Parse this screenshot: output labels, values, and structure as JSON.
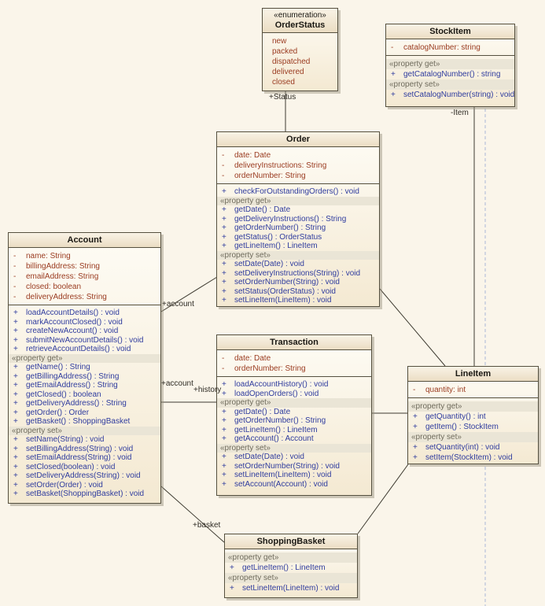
{
  "diagram": {
    "background_color": "#FAF5EA",
    "box_border_color": "#55503F",
    "attribute_color": "#9A3B20",
    "operation_color": "#2F3C9E",
    "stereotype_band_color": "#EAE5D6",
    "connector_color": "#3F3B31",
    "page_divider_color": "#A9B6D8"
  },
  "classes": {
    "order_status": {
      "stereotype": "«enumeration»",
      "name": "OrderStatus",
      "literals": [
        {
          "kind": "enum",
          "text": "new"
        },
        {
          "kind": "enum",
          "text": "packed"
        },
        {
          "kind": "enum",
          "text": "dispatched"
        },
        {
          "kind": "enum",
          "text": "delivered"
        },
        {
          "kind": "enum",
          "text": "closed"
        }
      ]
    },
    "stock_item": {
      "name": "StockItem",
      "attrs": [
        {
          "kind": "attr",
          "vis": "-",
          "text": "catalogNumber:  string"
        }
      ],
      "ops": [
        {
          "kind": "stereo",
          "text": "«property get»"
        },
        {
          "kind": "op",
          "vis": "+",
          "text": "getCatalogNumber() : string"
        },
        {
          "kind": "stereo",
          "text": "«property set»"
        },
        {
          "kind": "op",
          "vis": "+",
          "text": "setCatalogNumber(string) : void"
        }
      ]
    },
    "order": {
      "name": "Order",
      "attrs": [
        {
          "kind": "attr",
          "vis": "-",
          "text": "date:  Date"
        },
        {
          "kind": "attr",
          "vis": "-",
          "text": "deliveryInstructions:  String"
        },
        {
          "kind": "attr",
          "vis": "-",
          "text": "orderNumber:  String"
        }
      ],
      "ops": [
        {
          "kind": "op",
          "vis": "+",
          "text": "checkForOutstandingOrders() : void"
        },
        {
          "kind": "stereo",
          "text": "«property get»"
        },
        {
          "kind": "op",
          "vis": "+",
          "text": "getDate() : Date"
        },
        {
          "kind": "op",
          "vis": "+",
          "text": "getDeliveryInstructions() : String"
        },
        {
          "kind": "op",
          "vis": "+",
          "text": "getOrderNumber() : String"
        },
        {
          "kind": "op",
          "vis": "+",
          "text": "getStatus() : OrderStatus"
        },
        {
          "kind": "op",
          "vis": "+",
          "text": "getLineItem() : LineItem"
        },
        {
          "kind": "stereo",
          "text": "«property set»"
        },
        {
          "kind": "op",
          "vis": "+",
          "text": "setDate(Date) : void"
        },
        {
          "kind": "op",
          "vis": "+",
          "text": "setDeliveryInstructions(String) : void"
        },
        {
          "kind": "op",
          "vis": "+",
          "text": "setOrderNumber(String) : void"
        },
        {
          "kind": "op",
          "vis": "+",
          "text": "setStatus(OrderStatus) : void"
        },
        {
          "kind": "op",
          "vis": "+",
          "text": "setLineItem(LineItem) : void"
        }
      ]
    },
    "account": {
      "name": "Account",
      "attrs": [
        {
          "kind": "attr",
          "vis": "-",
          "text": "name:  String"
        },
        {
          "kind": "attr",
          "vis": "-",
          "text": "billingAddress:  String"
        },
        {
          "kind": "attr",
          "vis": "-",
          "text": "emailAddress:  String"
        },
        {
          "kind": "attr",
          "vis": "-",
          "text": "closed:  boolean"
        },
        {
          "kind": "attr",
          "vis": "-",
          "text": "deliveryAddress:  String"
        }
      ],
      "ops": [
        {
          "kind": "op",
          "vis": "+",
          "text": "loadAccountDetails() : void"
        },
        {
          "kind": "op",
          "vis": "+",
          "text": "markAccountClosed() : void"
        },
        {
          "kind": "op",
          "vis": "+",
          "text": "createNewAccount() : void"
        },
        {
          "kind": "op",
          "vis": "+",
          "text": "submitNewAccountDetails() : void"
        },
        {
          "kind": "op",
          "vis": "+",
          "text": "retrieveAccountDetails() : void"
        },
        {
          "kind": "stereo",
          "text": "«property get»"
        },
        {
          "kind": "op",
          "vis": "+",
          "text": "getName() : String"
        },
        {
          "kind": "op",
          "vis": "+",
          "text": "getBillingAddress() : String"
        },
        {
          "kind": "op",
          "vis": "+",
          "text": "getEmailAddress() : String"
        },
        {
          "kind": "op",
          "vis": "+",
          "text": "getClosed() : boolean"
        },
        {
          "kind": "op",
          "vis": "+",
          "text": "getDeliveryAddress() : String"
        },
        {
          "kind": "op",
          "vis": "+",
          "text": "getOrder() : Order"
        },
        {
          "kind": "op",
          "vis": "+",
          "text": "getBasket() : ShoppingBasket"
        },
        {
          "kind": "stereo",
          "text": "«property set»"
        },
        {
          "kind": "op",
          "vis": "+",
          "text": "setName(String) : void"
        },
        {
          "kind": "op",
          "vis": "+",
          "text": "setBillingAddress(String) : void"
        },
        {
          "kind": "op",
          "vis": "+",
          "text": "setEmailAddress(String) : void"
        },
        {
          "kind": "op",
          "vis": "+",
          "text": "setClosed(boolean) : void"
        },
        {
          "kind": "op",
          "vis": "+",
          "text": "setDeliveryAddress(String) : void"
        },
        {
          "kind": "op",
          "vis": "+",
          "text": "setOrder(Order) : void"
        },
        {
          "kind": "op",
          "vis": "+",
          "text": "setBasket(ShoppingBasket) : void"
        }
      ]
    },
    "transaction": {
      "name": "Transaction",
      "attrs": [
        {
          "kind": "attr",
          "vis": "-",
          "text": "date:  Date"
        },
        {
          "kind": "attr",
          "vis": "-",
          "text": "orderNumber:  String"
        }
      ],
      "ops": [
        {
          "kind": "op",
          "vis": "+",
          "text": "loadAccountHistory() : void"
        },
        {
          "kind": "op",
          "vis": "+",
          "text": "loadOpenOrders() : void"
        },
        {
          "kind": "stereo",
          "text": "«property get»"
        },
        {
          "kind": "op",
          "vis": "+",
          "text": "getDate() : Date"
        },
        {
          "kind": "op",
          "vis": "+",
          "text": "getOrderNumber() : String"
        },
        {
          "kind": "op",
          "vis": "+",
          "text": "getLineItem() : LineItem"
        },
        {
          "kind": "op",
          "vis": "+",
          "text": "getAccount() : Account"
        },
        {
          "kind": "stereo",
          "text": "«property set»"
        },
        {
          "kind": "op",
          "vis": "+",
          "text": "setDate(Date) : void"
        },
        {
          "kind": "op",
          "vis": "+",
          "text": "setOrderNumber(String) : void"
        },
        {
          "kind": "op",
          "vis": "+",
          "text": "setLineItem(LineItem) : void"
        },
        {
          "kind": "op",
          "vis": "+",
          "text": "setAccount(Account) : void"
        }
      ]
    },
    "line_item": {
      "name": "LineItem",
      "attrs": [
        {
          "kind": "attr",
          "vis": "-",
          "text": "quantity:  int"
        }
      ],
      "ops": [
        {
          "kind": "stereo",
          "text": "«property get»"
        },
        {
          "kind": "op",
          "vis": "+",
          "text": "getQuantity() : int"
        },
        {
          "kind": "op",
          "vis": "+",
          "text": "getItem() : StockItem"
        },
        {
          "kind": "stereo",
          "text": "«property set»"
        },
        {
          "kind": "op",
          "vis": "+",
          "text": "setQuantity(int) : void"
        },
        {
          "kind": "op",
          "vis": "+",
          "text": "setItem(StockItem) : void"
        }
      ]
    },
    "shopping_basket": {
      "name": "ShoppingBasket",
      "ops": [
        {
          "kind": "stereo",
          "text": "«property get»"
        },
        {
          "kind": "op",
          "vis": "+",
          "text": "getLineItem() : LineItem"
        },
        {
          "kind": "stereo",
          "text": "«property set»"
        },
        {
          "kind": "op",
          "vis": "+",
          "text": "setLineItem(LineItem) : void"
        }
      ]
    }
  },
  "edge_labels": {
    "status": "+Status",
    "item": "-Item",
    "account_order": "+account",
    "account_history": "+account",
    "history": "+history",
    "basket": "+basket"
  }
}
